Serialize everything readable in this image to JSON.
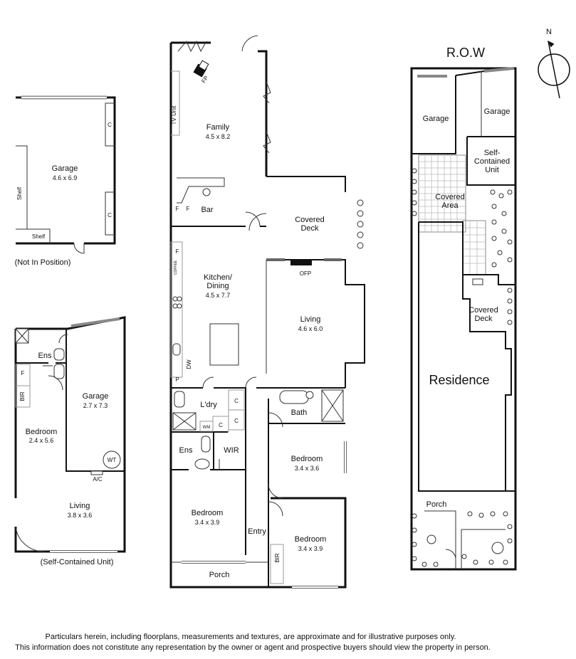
{
  "garage_left": {
    "name": "Garage",
    "dims": "4.6 x 6.9",
    "shelf1": "Shelf",
    "shelf2": "Shelf",
    "c1": "C",
    "c2": "C",
    "caption": "(Not In Position)"
  },
  "unit": {
    "ens": "Ens",
    "f": "F",
    "bir": "BIR",
    "garage": "Garage",
    "garage_dims": "2.7 x 7.3",
    "bedroom": "Bedroom",
    "bedroom_dims": "2.4 x 5.6",
    "wt": "WT",
    "ac": "A/C",
    "living": "Living",
    "living_dims": "3.8 x 3.6",
    "caption": "(Self-Contained Unit)"
  },
  "main": {
    "tv_unit": "TV Unit",
    "fp": "FP",
    "family": "Family",
    "family_dims": "4.5 x 8.2",
    "f1": "F",
    "f2": "F",
    "bar": "Bar",
    "covered_deck": "Covered Deck",
    "f3": "F",
    "coffee": "COFFEE",
    "kitchen": "Kitchen/",
    "dining": "Dining",
    "kitchen_dims": "4.5 x 7.7",
    "ofp": "OFP",
    "living": "Living",
    "living_dims": "4.6 x 6.0",
    "dw": "DW",
    "p": "P",
    "ldry": "L'dry",
    "c1": "C",
    "c2": "C",
    "c3": "C",
    "wm": "WM",
    "bath": "Bath",
    "ens": "Ens",
    "wir": "WIR",
    "bedroom1": "Bedroom",
    "bedroom1_dims": "3.4 x 3.6",
    "bedroom2": "Bedroom",
    "bedroom2_dims": "3.4 x 3.9",
    "entry": "Entry",
    "bedroom3": "Bedroom",
    "bedroom3_dims": "3.4 x 3.9",
    "bir": "BIR",
    "porch": "Porch"
  },
  "site": {
    "row": "R.O.W",
    "north": "N",
    "garage1": "Garage",
    "garage2": "Garage",
    "self": "Self-",
    "contained": "Contained",
    "unit": "Unit",
    "covered": "Covered",
    "area": "Area",
    "covered_deck1": "Covered",
    "covered_deck2": "Deck",
    "residence": "Residence",
    "porch": "Porch"
  },
  "disclaimer": {
    "line1": "Particulars herein, including floorplans, measurements and textures, are approximate and for illustrative purposes only.",
    "line2": "This information does not constitute any representation by the owner or agent and prospective buyers should view the property in person."
  }
}
